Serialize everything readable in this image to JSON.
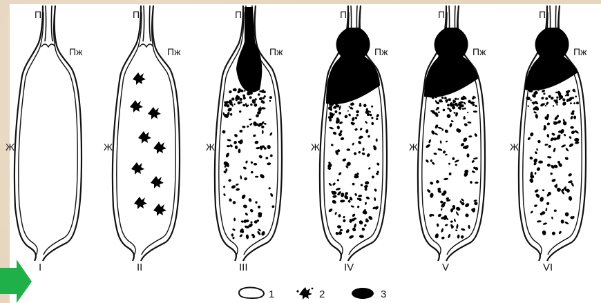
{
  "labels": {
    "esophagus": "П",
    "cardia": "Пж",
    "stomach": "Ж"
  },
  "stages": [
    {
      "numeral": "I"
    },
    {
      "numeral": "II"
    },
    {
      "numeral": "III"
    },
    {
      "numeral": "IV"
    },
    {
      "numeral": "V"
    },
    {
      "numeral": "VI"
    }
  ],
  "legend": [
    {
      "num": "1",
      "icon": "empty-outline-icon"
    },
    {
      "num": "2",
      "icon": "scattered-particles-icon"
    },
    {
      "num": "3",
      "icon": "solid-mass-icon"
    }
  ],
  "colors": {
    "background": "#e7d6bf",
    "ink": "#000000",
    "paper": "#ffffff",
    "arrow": "#1fb04a"
  }
}
